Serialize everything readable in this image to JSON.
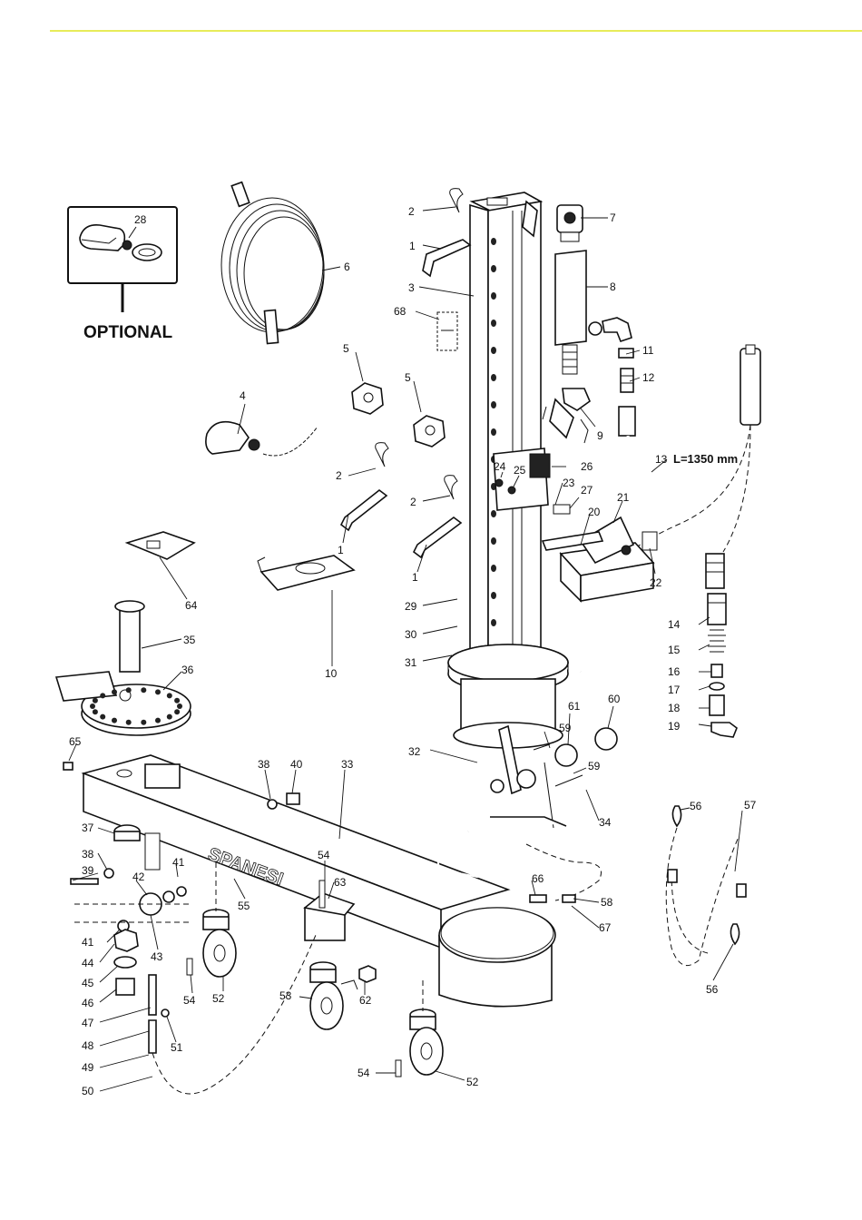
{
  "accent_rule_color": "#e8ec5a",
  "brand_on_beam": "SPANESI",
  "optional_inset": {
    "label": "OPTIONAL",
    "part_number": "28"
  },
  "hose_spec": "L=1350 mm",
  "callouts": [
    {
      "id": "c2a",
      "text": "2"
    },
    {
      "id": "c7",
      "text": "7"
    },
    {
      "id": "c1a",
      "text": "1"
    },
    {
      "id": "c6",
      "text": "6"
    },
    {
      "id": "c3",
      "text": "3"
    },
    {
      "id": "c8",
      "text": "8"
    },
    {
      "id": "c68",
      "text": "68"
    },
    {
      "id": "c5a",
      "text": "5"
    },
    {
      "id": "c11",
      "text": "11"
    },
    {
      "id": "c12",
      "text": "12"
    },
    {
      "id": "c4",
      "text": "4"
    },
    {
      "id": "c5b",
      "text": "5"
    },
    {
      "id": "c9",
      "text": "9"
    },
    {
      "id": "c13",
      "text": "13"
    },
    {
      "id": "c24",
      "text": "24"
    },
    {
      "id": "c25",
      "text": "25"
    },
    {
      "id": "c26",
      "text": "26"
    },
    {
      "id": "c2b",
      "text": "2"
    },
    {
      "id": "c23",
      "text": "23"
    },
    {
      "id": "c27",
      "text": "27"
    },
    {
      "id": "c2c",
      "text": "2"
    },
    {
      "id": "c21",
      "text": "21"
    },
    {
      "id": "c20",
      "text": "20"
    },
    {
      "id": "c1b",
      "text": "1"
    },
    {
      "id": "c22",
      "text": "22"
    },
    {
      "id": "c1c",
      "text": "1"
    },
    {
      "id": "c64",
      "text": "64"
    },
    {
      "id": "c29",
      "text": "29"
    },
    {
      "id": "c14",
      "text": "14"
    },
    {
      "id": "c35",
      "text": "35"
    },
    {
      "id": "c30",
      "text": "30"
    },
    {
      "id": "c15",
      "text": "15"
    },
    {
      "id": "c10",
      "text": "10"
    },
    {
      "id": "c31",
      "text": "31"
    },
    {
      "id": "c36",
      "text": "36"
    },
    {
      "id": "c16",
      "text": "16"
    },
    {
      "id": "c17",
      "text": "17"
    },
    {
      "id": "c60",
      "text": "60"
    },
    {
      "id": "c61",
      "text": "61"
    },
    {
      "id": "c18",
      "text": "18"
    },
    {
      "id": "c19",
      "text": "19"
    },
    {
      "id": "c59a",
      "text": "59"
    },
    {
      "id": "c65",
      "text": "65"
    },
    {
      "id": "c32",
      "text": "32"
    },
    {
      "id": "c38a",
      "text": "38"
    },
    {
      "id": "c40",
      "text": "40"
    },
    {
      "id": "c33",
      "text": "33"
    },
    {
      "id": "c59b",
      "text": "59"
    },
    {
      "id": "c56a",
      "text": "56"
    },
    {
      "id": "c57",
      "text": "57"
    },
    {
      "id": "c34",
      "text": "34"
    },
    {
      "id": "c37",
      "text": "37"
    },
    {
      "id": "c38b",
      "text": "38"
    },
    {
      "id": "c41a",
      "text": "41"
    },
    {
      "id": "c39",
      "text": "39"
    },
    {
      "id": "c54a",
      "text": "54"
    },
    {
      "id": "c42",
      "text": "42"
    },
    {
      "id": "c63",
      "text": "63"
    },
    {
      "id": "c66",
      "text": "66"
    },
    {
      "id": "c55",
      "text": "55"
    },
    {
      "id": "c58",
      "text": "58"
    },
    {
      "id": "c41b",
      "text": "41"
    },
    {
      "id": "c67",
      "text": "67"
    },
    {
      "id": "c44",
      "text": "44"
    },
    {
      "id": "c43",
      "text": "43"
    },
    {
      "id": "c45",
      "text": "45"
    },
    {
      "id": "c54b",
      "text": "54"
    },
    {
      "id": "c52a",
      "text": "52"
    },
    {
      "id": "c53",
      "text": "53"
    },
    {
      "id": "c62",
      "text": "62"
    },
    {
      "id": "c56b",
      "text": "56"
    },
    {
      "id": "c46",
      "text": "46"
    },
    {
      "id": "c47",
      "text": "47"
    },
    {
      "id": "c48",
      "text": "48"
    },
    {
      "id": "c51",
      "text": "51"
    },
    {
      "id": "c49",
      "text": "49"
    },
    {
      "id": "c54c",
      "text": "54"
    },
    {
      "id": "c52b",
      "text": "52"
    },
    {
      "id": "c50",
      "text": "50"
    }
  ]
}
